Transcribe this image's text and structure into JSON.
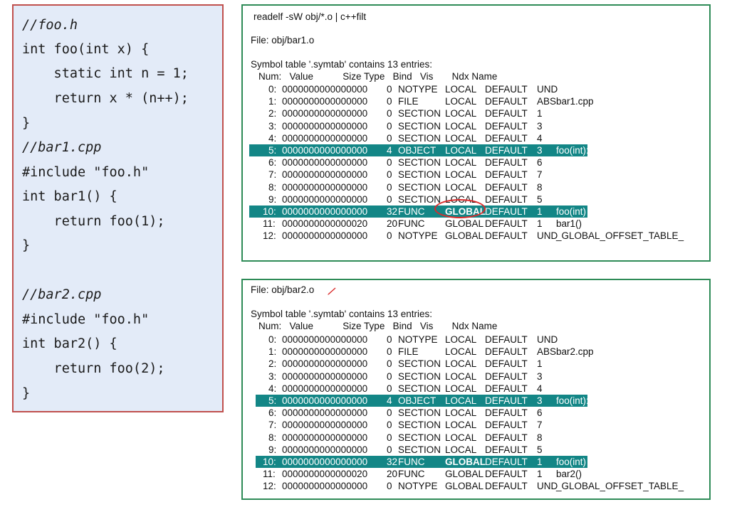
{
  "code": {
    "lines": [
      {
        "text": "//foo.h",
        "comment": true
      },
      {
        "text": "int foo(int x) {",
        "comment": false
      },
      {
        "text": "    static int n = 1;",
        "comment": false
      },
      {
        "text": "    return x * (n++);",
        "comment": false
      },
      {
        "text": "}",
        "comment": false
      },
      {
        "text": "//bar1.cpp",
        "comment": true
      },
      {
        "text": "#include \"foo.h\"",
        "comment": false
      },
      {
        "text": "int bar1() {",
        "comment": false
      },
      {
        "text": "    return foo(1);",
        "comment": false
      },
      {
        "text": "}",
        "comment": false
      },
      {
        "text": "",
        "comment": false
      },
      {
        "text": "//bar2.cpp",
        "comment": true
      },
      {
        "text": "#include \"foo.h\"",
        "comment": false
      },
      {
        "text": "int bar2() {",
        "comment": false
      },
      {
        "text": "    return foo(2);",
        "comment": false
      },
      {
        "text": "}",
        "comment": false
      }
    ]
  },
  "term1": {
    "command": "readelf -sW obj/*.o | c++filt",
    "file": "File: obj/bar1.o",
    "summary": "Symbol table '.symtab' contains 13 entries:",
    "header": "Num:   Value           Size Type   Bind   Vis       Ndx Name",
    "rows": [
      {
        "num": "0:",
        "value": "0000000000000000",
        "size": "0",
        "type": "NOTYPE",
        "bind": "LOCAL",
        "vis": "DEFAULT",
        "ndx": "UND",
        "name": "",
        "hi": false
      },
      {
        "num": "1:",
        "value": "0000000000000000",
        "size": "0",
        "type": "FILE",
        "bind": "LOCAL",
        "vis": "DEFAULT",
        "ndx": "ABS",
        "name": "bar1.cpp",
        "hi": false
      },
      {
        "num": "2:",
        "value": "0000000000000000",
        "size": "0",
        "type": "SECTION",
        "bind": "LOCAL",
        "vis": "DEFAULT",
        "ndx": "1",
        "name": "",
        "hi": false
      },
      {
        "num": "3:",
        "value": "0000000000000000",
        "size": "0",
        "type": "SECTION",
        "bind": "LOCAL",
        "vis": "DEFAULT",
        "ndx": "3",
        "name": "",
        "hi": false
      },
      {
        "num": "4:",
        "value": "0000000000000000",
        "size": "0",
        "type": "SECTION",
        "bind": "LOCAL",
        "vis": "DEFAULT",
        "ndx": "4",
        "name": "",
        "hi": false
      },
      {
        "num": "5:",
        "value": "0000000000000000",
        "size": "4",
        "type": "OBJECT",
        "bind": "LOCAL",
        "vis": "DEFAULT",
        "ndx": "3",
        "name": "foo(int)::n",
        "hi": true
      },
      {
        "num": "6:",
        "value": "0000000000000000",
        "size": "0",
        "type": "SECTION",
        "bind": "LOCAL",
        "vis": "DEFAULT",
        "ndx": "6",
        "name": "",
        "hi": false
      },
      {
        "num": "7:",
        "value": "0000000000000000",
        "size": "0",
        "type": "SECTION",
        "bind": "LOCAL",
        "vis": "DEFAULT",
        "ndx": "7",
        "name": "",
        "hi": false
      },
      {
        "num": "8:",
        "value": "0000000000000000",
        "size": "0",
        "type": "SECTION",
        "bind": "LOCAL",
        "vis": "DEFAULT",
        "ndx": "8",
        "name": "",
        "hi": false
      },
      {
        "num": "9:",
        "value": "0000000000000000",
        "size": "0",
        "type": "SECTION",
        "bind": "LOCAL",
        "vis": "DEFAULT",
        "ndx": "5",
        "name": "",
        "hi": false
      },
      {
        "num": "10:",
        "value": "0000000000000000",
        "size": "32",
        "type": "FUNC",
        "bind": "GLOBAL",
        "vis": "DEFAULT",
        "ndx": "1",
        "name": "foo(int)",
        "hi": true
      },
      {
        "num": "11:",
        "value": "0000000000000020",
        "size": "20",
        "type": "FUNC",
        "bind": "GLOBAL",
        "vis": "DEFAULT",
        "ndx": "1",
        "name": "bar1()",
        "hi": false
      },
      {
        "num": "12:",
        "value": "0000000000000000",
        "size": "0",
        "type": "NOTYPE",
        "bind": "GLOBAL",
        "vis": "DEFAULT",
        "ndx": "UND",
        "name": "_GLOBAL_OFFSET_TABLE_",
        "hi": false
      }
    ]
  },
  "term2": {
    "file": "File: obj/bar2.o",
    "summary": "Symbol table '.symtab' contains 13 entries:",
    "header": "Num:   Value           Size Type   Bind   Vis       Ndx Name",
    "rows": [
      {
        "num": "0:",
        "value": "0000000000000000",
        "size": "0",
        "type": "NOTYPE",
        "bind": "LOCAL",
        "vis": "DEFAULT",
        "ndx": "UND",
        "name": "",
        "hi": false
      },
      {
        "num": "1:",
        "value": "0000000000000000",
        "size": "0",
        "type": "FILE",
        "bind": "LOCAL",
        "vis": "DEFAULT",
        "ndx": "ABS",
        "name": "bar2.cpp",
        "hi": false
      },
      {
        "num": "2:",
        "value": "0000000000000000",
        "size": "0",
        "type": "SECTION",
        "bind": "LOCAL",
        "vis": "DEFAULT",
        "ndx": "1",
        "name": "",
        "hi": false
      },
      {
        "num": "3:",
        "value": "0000000000000000",
        "size": "0",
        "type": "SECTION",
        "bind": "LOCAL",
        "vis": "DEFAULT",
        "ndx": "3",
        "name": "",
        "hi": false
      },
      {
        "num": "4:",
        "value": "0000000000000000",
        "size": "0",
        "type": "SECTION",
        "bind": "LOCAL",
        "vis": "DEFAULT",
        "ndx": "4",
        "name": "",
        "hi": false
      },
      {
        "num": "5:",
        "value": "0000000000000000",
        "size": "4",
        "type": "OBJECT",
        "bind": "LOCAL",
        "vis": "DEFAULT",
        "ndx": "3",
        "name": "foo(int)::n",
        "hi": true
      },
      {
        "num": "6:",
        "value": "0000000000000000",
        "size": "0",
        "type": "SECTION",
        "bind": "LOCAL",
        "vis": "DEFAULT",
        "ndx": "6",
        "name": "",
        "hi": false
      },
      {
        "num": "7:",
        "value": "0000000000000000",
        "size": "0",
        "type": "SECTION",
        "bind": "LOCAL",
        "vis": "DEFAULT",
        "ndx": "7",
        "name": "",
        "hi": false
      },
      {
        "num": "8:",
        "value": "0000000000000000",
        "size": "0",
        "type": "SECTION",
        "bind": "LOCAL",
        "vis": "DEFAULT",
        "ndx": "8",
        "name": "",
        "hi": false
      },
      {
        "num": "9:",
        "value": "0000000000000000",
        "size": "0",
        "type": "SECTION",
        "bind": "LOCAL",
        "vis": "DEFAULT",
        "ndx": "5",
        "name": "",
        "hi": false
      },
      {
        "num": "10:",
        "value": "0000000000000000",
        "size": "32",
        "type": "FUNC",
        "bind": "GLOBAL",
        "vis": "DEFAULT",
        "ndx": "1",
        "name": "foo(int)",
        "hi": true
      },
      {
        "num": "11:",
        "value": "0000000000000020",
        "size": "20",
        "type": "FUNC",
        "bind": "GLOBAL",
        "vis": "DEFAULT",
        "ndx": "1",
        "name": "bar2()",
        "hi": false
      },
      {
        "num": "12:",
        "value": "0000000000000000",
        "size": "0",
        "type": "NOTYPE",
        "bind": "GLOBAL",
        "vis": "DEFAULT",
        "ndx": "UND",
        "name": "_GLOBAL_OFFSET_TABLE_",
        "hi": false
      }
    ]
  },
  "colors": {
    "highlight": "#138686",
    "annotation": "#d92b2b",
    "code_border": "#c0504d",
    "terminal_border": "#2e8b57",
    "code_bg": "#e3ebf8"
  }
}
